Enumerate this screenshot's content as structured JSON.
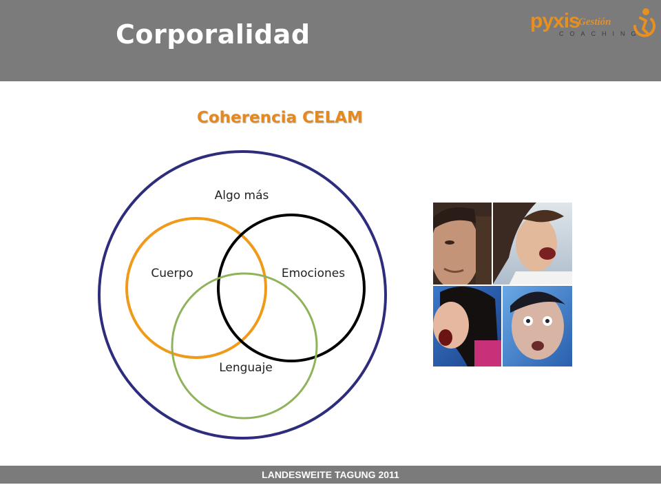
{
  "header": {
    "title": "Corporalidad",
    "logo": {
      "main": "pyxis",
      "sub": "Gestión",
      "tag": "COACHING",
      "color": "#e8901f"
    }
  },
  "subtitle": "Coherencia CELAM",
  "diagram": {
    "outer_label": "Algo más",
    "circles": [
      {
        "label": "Cuerpo",
        "color": "#f09a1a"
      },
      {
        "label": "Emociones",
        "color": "#000000"
      },
      {
        "label": "Lenguaje",
        "color": "#8fb35a"
      }
    ],
    "outer_color": "#2e2d7c"
  },
  "photo": {
    "icon": "emotion-faces-collage"
  },
  "footer": {
    "text": "LANDESWEITE TAGUNG 2011"
  }
}
